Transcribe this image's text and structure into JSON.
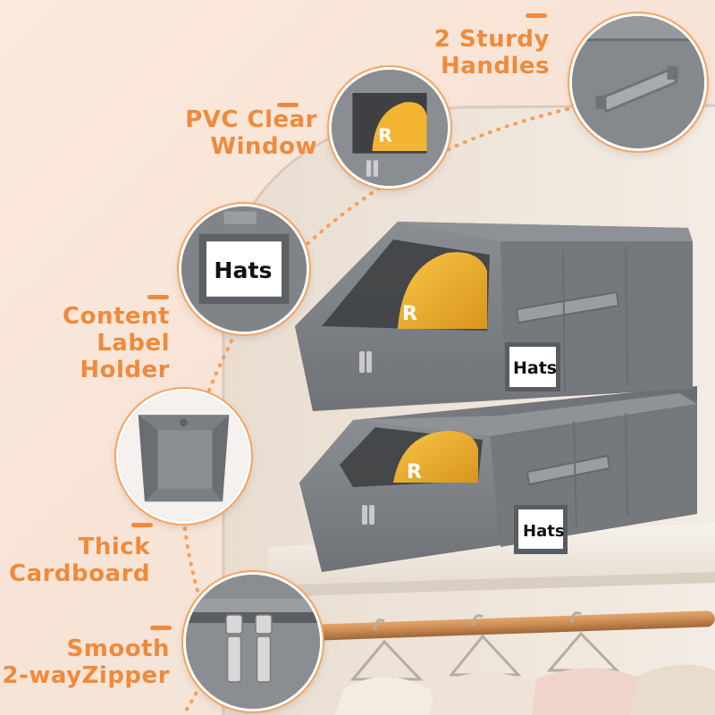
{
  "features": [
    {
      "id": "handles",
      "lines": [
        "2 Sturdy",
        "Handles"
      ]
    },
    {
      "id": "window",
      "lines": [
        "PVC Clear",
        "Window"
      ]
    },
    {
      "id": "label",
      "lines": [
        "Content",
        "Label Holder"
      ]
    },
    {
      "id": "cardboard",
      "lines": [
        "Thick",
        "Cardboard"
      ]
    },
    {
      "id": "zipper",
      "lines": [
        "Smooth",
        "2-wayZipper"
      ]
    }
  ],
  "tag_text": "Hats",
  "cap_letter": "R",
  "colors": {
    "accent": "#ef8a3c",
    "box_gray": "#7b7e82",
    "cap_yellow": "#f3b531",
    "shelf": "#f4eee6",
    "rod": "#c98a52"
  }
}
